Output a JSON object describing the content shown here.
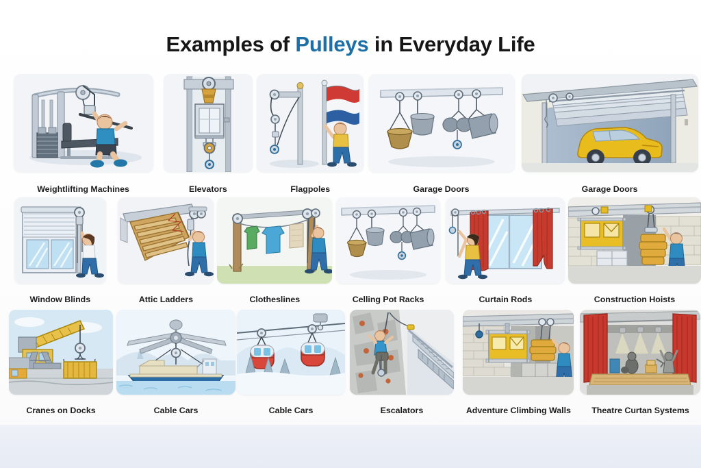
{
  "poster": {
    "title_prefix": "Examples of ",
    "title_accent": "Pulleys",
    "title_suffix": " in Everyday Life",
    "accent_color": "#1d6fa5",
    "title_color": "#161616",
    "background_color": "#ffffff",
    "footer_band_color": "#e9edf5",
    "card_background": "#f2f4f7"
  },
  "rows": [
    {
      "index": 1,
      "cards": [
        {
          "label": "Weightlifting Machines",
          "icon": "weightlifting-machine-illustration"
        },
        {
          "label": "Elevators",
          "icon": "elevator-illustration"
        },
        {
          "label": "Flagpoles",
          "icon": "flagpole-illustration"
        },
        {
          "label": "Garage Doors",
          "icon": "ceiling-pot-rack-illustration"
        },
        {
          "label": "Garage Doors",
          "icon": "garage-door-illustration"
        }
      ]
    },
    {
      "index": 2,
      "cards": [
        {
          "label": "Window Blinds",
          "icon": "window-blinds-illustration"
        },
        {
          "label": "Attic Ladders",
          "icon": "attic-ladder-illustration"
        },
        {
          "label": "Clotheslines",
          "icon": "clothesline-illustration"
        },
        {
          "label": "Celling Pot Racks",
          "icon": "ceiling-pot-rack-illustration"
        },
        {
          "label": "Curtain Rods",
          "icon": "curtain-rod-illustration"
        },
        {
          "label": "Construction Hoists",
          "icon": "construction-hoist-illustration"
        }
      ]
    },
    {
      "index": 3,
      "cards": [
        {
          "label": "Cranes on Docks",
          "icon": "dock-crane-illustration"
        },
        {
          "label": "Cable Cars",
          "icon": "ship-crane-illustration"
        },
        {
          "label": "Cable Cars",
          "icon": "gondola-cable-car-illustration"
        },
        {
          "label": "Escalators",
          "icon": "climbing-wall-escalator-illustration"
        },
        {
          "label": "Adventure Climbing Walls",
          "icon": "warehouse-hoist-illustration"
        },
        {
          "label": "Theatre Curtan Systems",
          "icon": "theatre-stage-illustration"
        }
      ]
    }
  ]
}
